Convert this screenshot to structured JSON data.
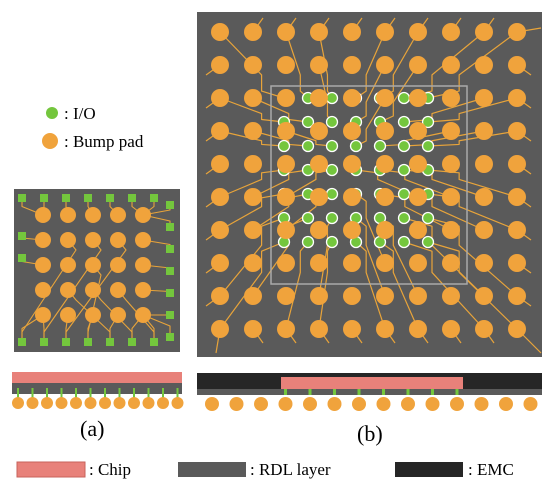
{
  "legend_top": {
    "io_label": ": I/O",
    "bump_label": ": Bump pad"
  },
  "legend_bottom": {
    "chip_label": ": Chip",
    "rdl_label": ": RDL layer",
    "emc_label": ": EMC"
  },
  "panel_a": {
    "caption": "(a)",
    "bump_rows": 5,
    "bump_cols": 5,
    "io_top_count": 7,
    "io_bottom_count": 7,
    "io_left_count": 2,
    "io_right_count": 7,
    "cross_section_bumps": 12
  },
  "panel_b": {
    "caption": "(b)",
    "bump_rows": 10,
    "bump_cols": 10,
    "io_rows": 7,
    "io_cols": 7,
    "cross_section_bumps": 14
  },
  "colors": {
    "bump_pad": "#F0A33C",
    "io": "#74C63D",
    "rdl": "#5A5A5A",
    "chip": "#E8817A",
    "emc": "#262626",
    "trace": "#E8A43A",
    "chip_outline": "#A9A9A9"
  }
}
